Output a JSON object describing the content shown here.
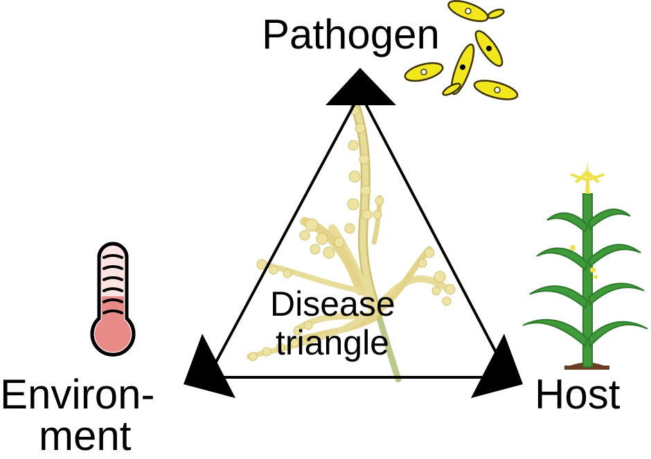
{
  "diagram": {
    "labels": {
      "pathogen": "Pathogen",
      "host": "Host",
      "environment_line1": "Environ-",
      "environment_line2": "ment",
      "center_line1": "Disease",
      "center_line2": "triangle"
    },
    "icons": {
      "pathogen": "fungal-spores-icon",
      "host": "corn-plant-icon",
      "environment": "thermometer-icon",
      "center": "corn-tassel-image"
    },
    "colors": {
      "triangle_stroke": "#000000",
      "spore_fill": "#f2e61c",
      "spore_stroke": "#3a3300",
      "plant_leaf": "#3f9a3a",
      "plant_leaf_dark": "#2c7a2a",
      "tassel_flower": "#f0e24a",
      "soil": "#6b3e24",
      "thermo_fill": "#e88a86",
      "thermo_bg": "#fbe4e2",
      "tassel_body": "#e8dc9a",
      "tassel_shadow": "#cdbf6c",
      "tassel_stem": "#b8c98a"
    }
  }
}
